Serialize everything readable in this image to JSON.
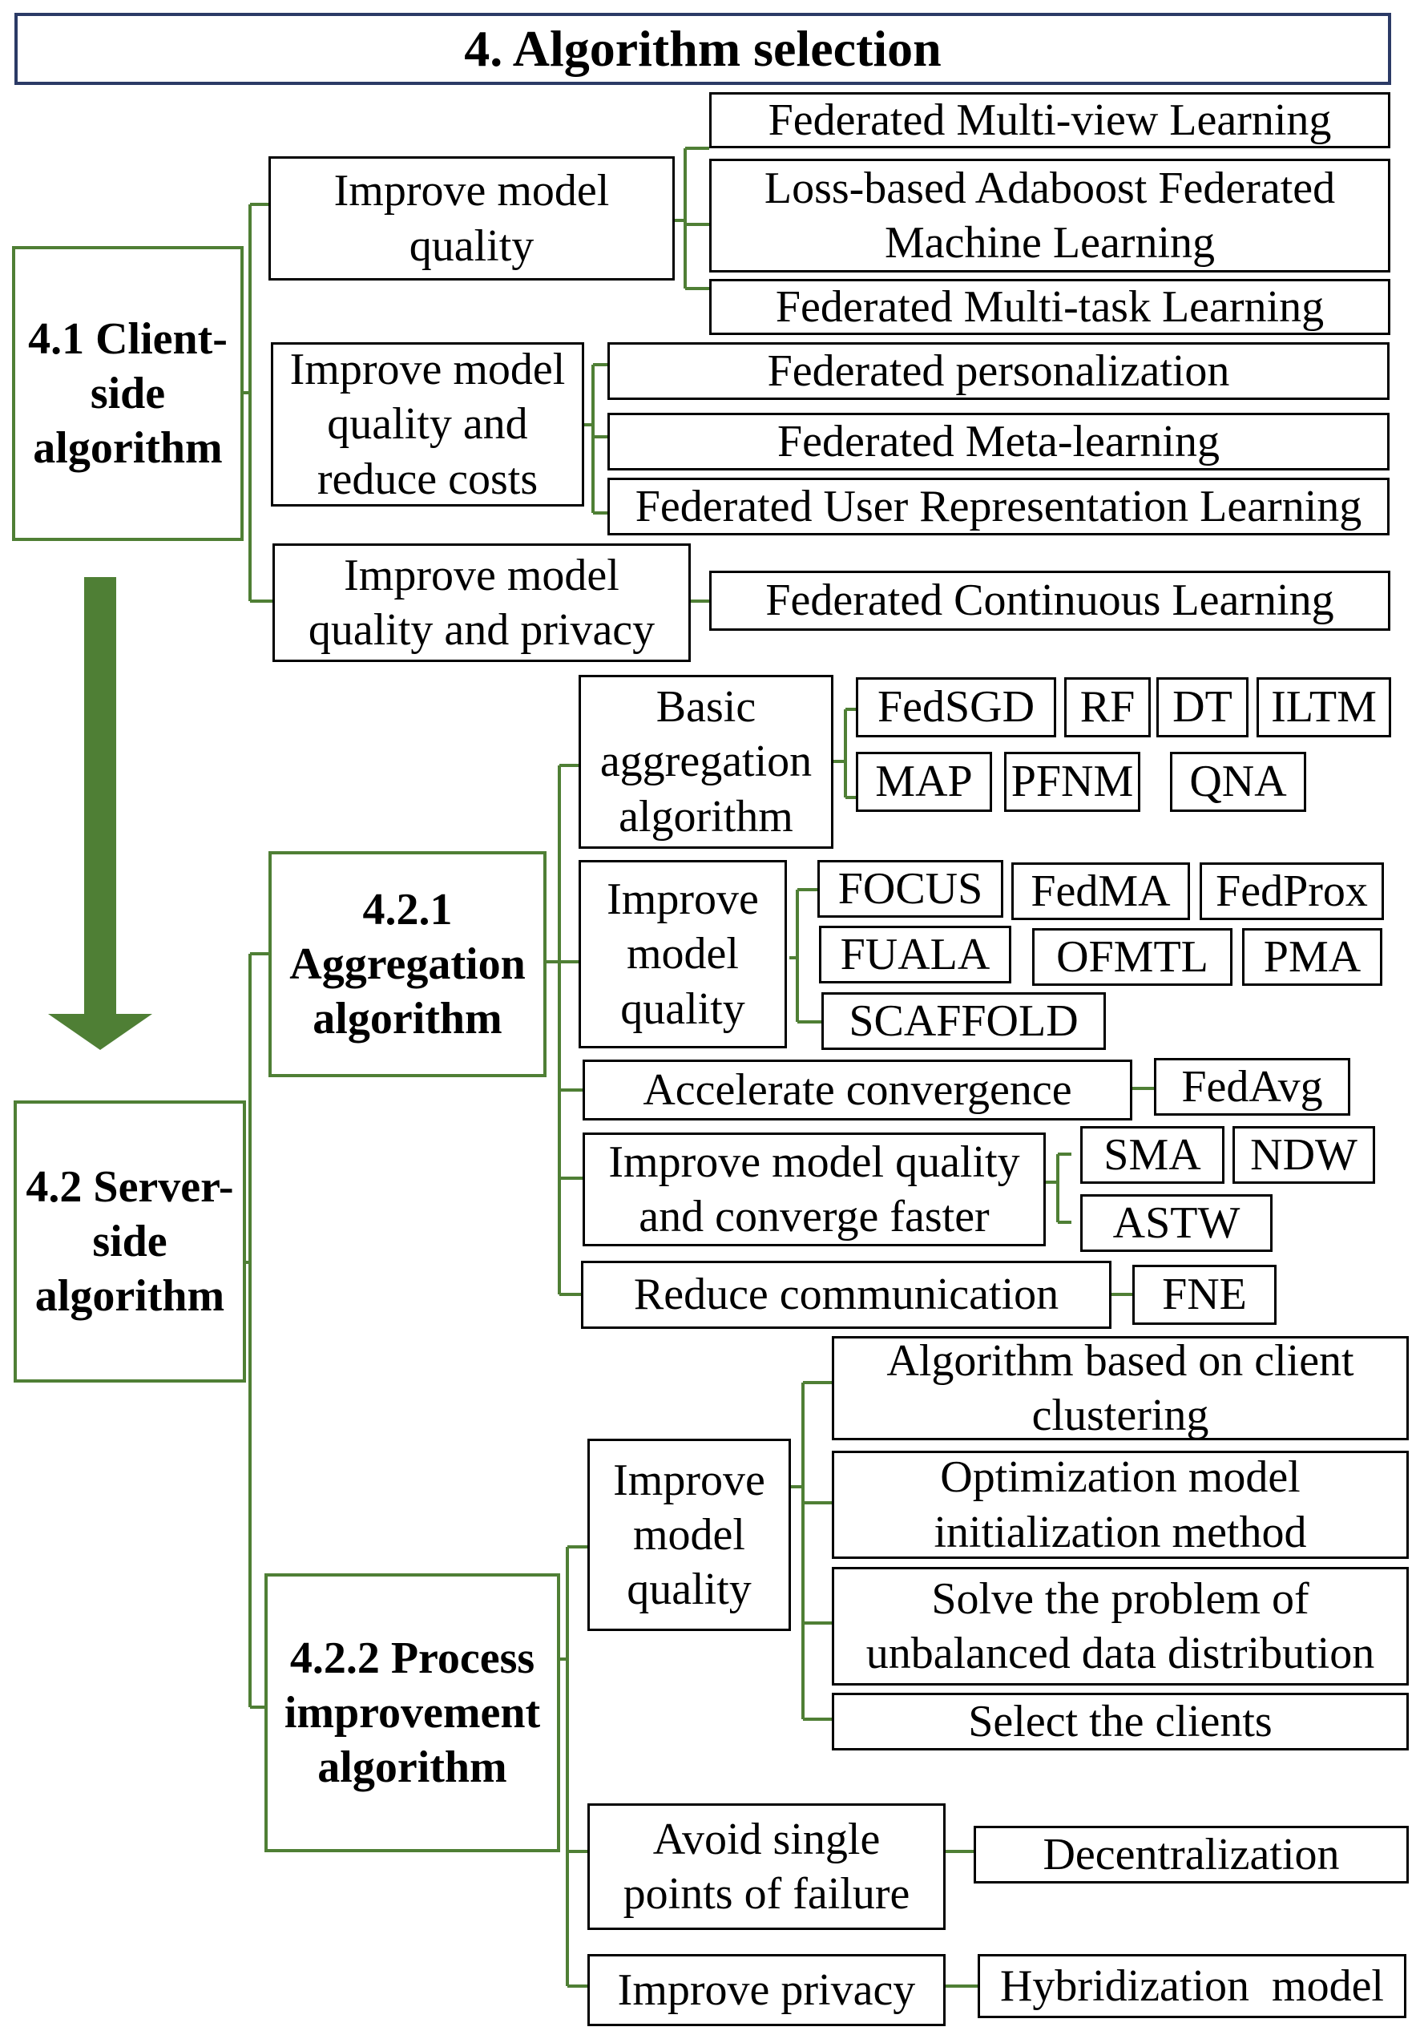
{
  "title": "4. Algorithm selection",
  "client": {
    "label": "4.1 Client-side algorithm",
    "goals": [
      {
        "label": "Improve model quality",
        "methods": [
          "Federated Multi-view Learning",
          "Loss-based Adaboost Federated Machine Learning",
          "Federated Multi-task Learning"
        ]
      },
      {
        "label": "Improve model quality and reduce costs",
        "methods": [
          "Federated personalization",
          "Federated Meta-learning",
          "Federated User Representation Learning"
        ]
      },
      {
        "label": "Improve model quality and privacy",
        "methods": [
          "Federated Continuous Learning"
        ]
      }
    ]
  },
  "server": {
    "label": "4.2 Server-side algorithm",
    "aggregation": {
      "label": "4.2.1 Aggregation algorithm",
      "groups": [
        {
          "label": "Basic aggregation algorithm",
          "methods": [
            "FedSGD",
            "RF",
            "DT",
            "ILTM",
            "MAP",
            "PFNM",
            "QNA"
          ]
        },
        {
          "label": "Improve model quality",
          "methods": [
            "FOCUS",
            "FedMA",
            "FedProx",
            "FUALA",
            "OFMTL",
            "PMA",
            "SCAFFOLD"
          ]
        },
        {
          "label": "Accelerate convergence",
          "methods": [
            "FedAvg"
          ]
        },
        {
          "label": "Improve model quality and converge faster",
          "methods": [
            "SMA",
            "NDW",
            "ASTW"
          ]
        },
        {
          "label": "Reduce communication",
          "methods": [
            "FNE"
          ]
        }
      ]
    },
    "process": {
      "label": "4.2.2 Process improvement algorithm",
      "groups": [
        {
          "label": "Improve model quality",
          "methods": [
            "Algorithm based on client clustering",
            "Optimization model initialization method",
            "Solve the problem of unbalanced data distribution",
            "Select the clients"
          ]
        },
        {
          "label": "Avoid single points of failure",
          "methods": [
            "Decentralization"
          ]
        },
        {
          "label": "Improve privacy",
          "methods": [
            "Hybridization  model"
          ]
        }
      ]
    }
  },
  "colors": {
    "accent_green": "#4f7f35",
    "arrow_green": "#4f7f35",
    "title_border": "#2b3a66"
  }
}
